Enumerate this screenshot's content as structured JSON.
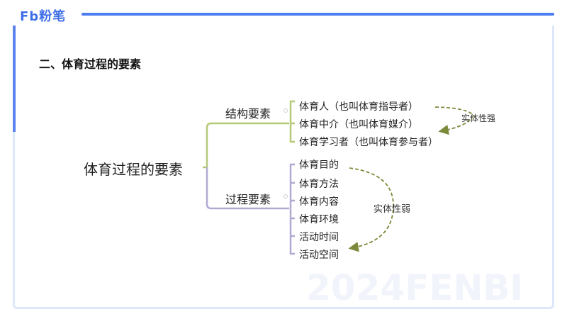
{
  "brand": {
    "logo_text": "Fb粉笔",
    "accent": "#4d7cf0",
    "watermark": "2024FENBI"
  },
  "title": "二、体育过程的要素",
  "mindmap": {
    "root": "体育过程的要素",
    "branches": [
      {
        "label": "结构要素",
        "color": "#b5c97a",
        "items": [
          "体育人（也叫体育指导者）",
          "体育中介（也叫体育媒介）",
          "体育学习者（也叫体育参与者）"
        ],
        "note": "实体性强"
      },
      {
        "label": "过程要素",
        "color": "#b2a9d2",
        "items": [
          "体育目的",
          "体育方法",
          "体育内容",
          "体育环境",
          "活动时间",
          "活动空间"
        ],
        "note": "实体性弱"
      }
    ],
    "arrow_color": "#7a8a3a"
  }
}
